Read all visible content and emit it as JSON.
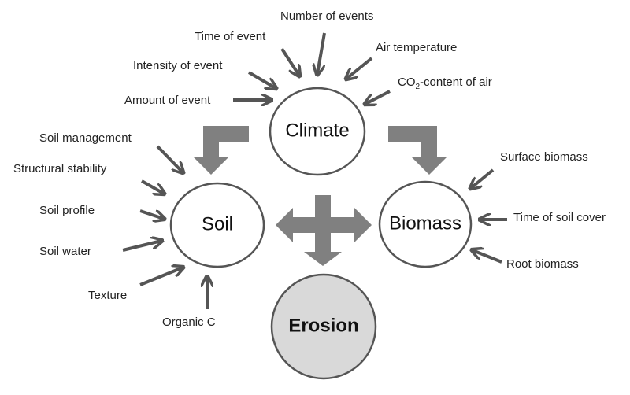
{
  "nodes": {
    "climate": "Climate",
    "soil": "Soil",
    "biomass": "Biomass",
    "erosion": "Erosion"
  },
  "climate_factors": [
    "Number of events",
    "Time of event",
    "Air temperature",
    "Intensity of event",
    "CO",
    "2",
    "-content of air",
    "Amount of event"
  ],
  "soil_factors": [
    "Soil management",
    "Structural stability",
    "Soil profile",
    "Soil water",
    "Texture",
    "Organic C"
  ],
  "biomass_factors": [
    "Surface biomass",
    "Time of soil cover",
    "Root biomass"
  ],
  "colors": {
    "arrow": "#555555",
    "big_arrow": "#808080",
    "erosion_fill": "#d9d9d9"
  }
}
